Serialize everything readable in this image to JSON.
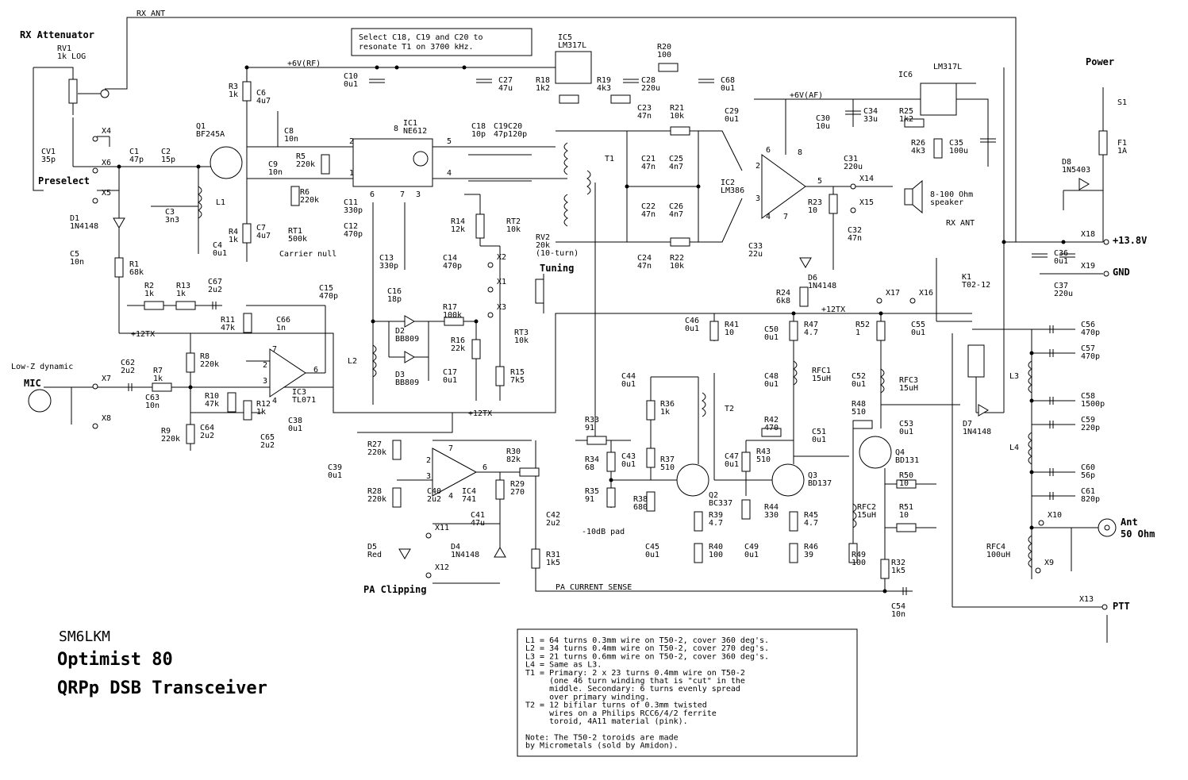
{
  "title": {
    "call": "SM6LKM",
    "line1": "Optimist 80",
    "line2": "QRPp DSB Transceiver"
  },
  "headings": {
    "rx_attenuator": "RX Attenuator",
    "preselect": "Preselect",
    "power": "Power",
    "mic": "MIC",
    "low_z": "Low-Z dynamic",
    "tuning": "Tuning",
    "pa_clipping": "PA Clipping",
    "ant": "Ant",
    "ant_ohm": "50 Ohm",
    "ptt": "PTT",
    "plus138": "+13.8V",
    "gnd": "GND"
  },
  "nets": {
    "rx_ant_top": "RX ANT",
    "rx_ant_right": "RX ANT",
    "v6_rf": "+6V(RF)",
    "v6_af": "+6V(AF)",
    "v12tx_a": "+12TX",
    "v12tx_b": "+12TX",
    "v12tx_c": "+12TX",
    "pa_sense": "PA CURRENT SENSE",
    "carrier_null": "Carrier null",
    "pad": "-10dB pad"
  },
  "note_select": [
    "Select C18, C19 and C20 to",
    "resonate T1 on 3700 kHz."
  ],
  "coil_notes": [
    "L1 = 64 turns 0.3mm wire on T50-2, cover 360 deg's.",
    "L2 = 34 turns 0.4mm wire on T50-2, cover 270 deg's.",
    "L3 = 21 turns 0.6mm wire on T50-2, cover 360 deg's.",
    "L4 = Same as L3.",
    "T1 = Primary: 2 x 23 turns 0.4mm wire on T50-2",
    "     (one 46 turn winding that is \"cut\" in the",
    "     middle. Secondary: 6 turns evenly spread",
    "     over primary winding.",
    "T2 = 12 bifilar turns of 0.3mm twisted",
    "     wires on a Philips RCC6/4/2 ferrite",
    "     toroid, 4A11 material (pink).",
    "",
    "Note: The T50-2 toroids are made",
    "by Micrometals (sold by Amidon)."
  ],
  "ics": {
    "ic1": [
      "IC1",
      "NE612"
    ],
    "ic2": [
      "IC2",
      "LM386"
    ],
    "ic3": [
      "IC3",
      "TL071"
    ],
    "ic4": [
      "IC4",
      "741"
    ],
    "ic5": [
      "IC5",
      "LM317L"
    ],
    "ic6": [
      "IC6",
      "LM317L"
    ]
  },
  "labels": [
    {
      "id": "rv1",
      "lines": [
        "RV1",
        "1k LOG"
      ]
    },
    {
      "id": "cv1",
      "lines": [
        "CV1",
        "35p"
      ]
    },
    {
      "id": "c1",
      "lines": [
        "C1",
        "47p"
      ]
    },
    {
      "id": "c2",
      "lines": [
        "C2",
        "15p"
      ]
    },
    {
      "id": "q1",
      "lines": [
        "Q1",
        "BF245A"
      ]
    },
    {
      "id": "r3",
      "lines": [
        "R3",
        "1k"
      ]
    },
    {
      "id": "c6",
      "lines": [
        "C6",
        "4u7"
      ]
    },
    {
      "id": "c8",
      "lines": [
        "C8",
        "10n"
      ]
    },
    {
      "id": "c9",
      "lines": [
        "C9",
        "10n"
      ]
    },
    {
      "id": "r5",
      "lines": [
        "R5",
        "220k"
      ]
    },
    {
      "id": "r6",
      "lines": [
        "R6",
        "220k"
      ]
    },
    {
      "id": "rt1",
      "lines": [
        "RT1",
        "500k"
      ]
    },
    {
      "id": "d1",
      "lines": [
        "D1",
        "1N4148"
      ]
    },
    {
      "id": "c3",
      "lines": [
        "C3",
        "3n3"
      ]
    },
    {
      "id": "l1",
      "lines": [
        "L1"
      ]
    },
    {
      "id": "c4",
      "lines": [
        "C4",
        "0u1"
      ]
    },
    {
      "id": "r4",
      "lines": [
        "R4",
        "1k"
      ]
    },
    {
      "id": "c7",
      "lines": [
        "C7",
        "4u7"
      ]
    },
    {
      "id": "c5",
      "lines": [
        "C5",
        "10n"
      ]
    },
    {
      "id": "r1",
      "lines": [
        "R1",
        "68k"
      ]
    },
    {
      "id": "c10",
      "lines": [
        "C10",
        "0u1"
      ]
    },
    {
      "id": "c27",
      "lines": [
        "C27",
        "47u"
      ]
    },
    {
      "id": "r18",
      "lines": [
        "R18",
        "1k2"
      ]
    },
    {
      "id": "r19",
      "lines": [
        "R19",
        "4k3"
      ]
    },
    {
      "id": "c28",
      "lines": [
        "C28",
        "220u"
      ]
    },
    {
      "id": "r20",
      "lines": [
        "R20",
        "100"
      ]
    },
    {
      "id": "c68",
      "lines": [
        "C68",
        "0u1"
      ]
    },
    {
      "id": "c23",
      "lines": [
        "C23",
        "47n"
      ]
    },
    {
      "id": "r21",
      "lines": [
        "R21",
        "10k"
      ]
    },
    {
      "id": "c18",
      "lines": [
        "C18",
        "10p"
      ]
    },
    {
      "id": "c19",
      "lines": [
        "C19C20",
        "47p120p"
      ]
    },
    {
      "id": "t1",
      "lines": [
        "T1"
      ]
    },
    {
      "id": "c21",
      "lines": [
        "C21",
        "47n"
      ]
    },
    {
      "id": "c25",
      "lines": [
        "C25",
        "4n7"
      ]
    },
    {
      "id": "c22",
      "lines": [
        "C22",
        "47n"
      ]
    },
    {
      "id": "c26",
      "lines": [
        "C26",
        "4n7"
      ]
    },
    {
      "id": "c24",
      "lines": [
        "C24",
        "47n"
      ]
    },
    {
      "id": "r22",
      "lines": [
        "R22",
        "10k"
      ]
    },
    {
      "id": "c29",
      "lines": [
        "C29",
        "0u1"
      ]
    },
    {
      "id": "c30",
      "lines": [
        "C30",
        "10u"
      ]
    },
    {
      "id": "c34",
      "lines": [
        "C34",
        "33u"
      ]
    },
    {
      "id": "r25",
      "lines": [
        "R25",
        "1k2"
      ]
    },
    {
      "id": "r26",
      "lines": [
        "R26",
        "4k3"
      ]
    },
    {
      "id": "c35",
      "lines": [
        "C35",
        "100u"
      ]
    },
    {
      "id": "c31",
      "lines": [
        "C31",
        "220u"
      ]
    },
    {
      "id": "r23",
      "lines": [
        "R23",
        "10"
      ]
    },
    {
      "id": "c32",
      "lines": [
        "C32",
        "47n"
      ]
    },
    {
      "id": "c33",
      "lines": [
        "C33",
        "22u"
      ]
    },
    {
      "id": "d6",
      "lines": [
        "D6",
        "1N4148"
      ]
    },
    {
      "id": "r24",
      "lines": [
        "R24",
        "6k8"
      ]
    },
    {
      "id": "spk",
      "lines": [
        "8-100 Ohm",
        "speaker"
      ]
    },
    {
      "id": "c11",
      "lines": [
        "C11",
        "330p"
      ]
    },
    {
      "id": "c12",
      "lines": [
        "C12",
        "470p"
      ]
    },
    {
      "id": "c13",
      "lines": [
        "C13",
        "330p"
      ]
    },
    {
      "id": "c14",
      "lines": [
        "C14",
        "470p"
      ]
    },
    {
      "id": "c15",
      "lines": [
        "C15",
        "470p"
      ]
    },
    {
      "id": "c16",
      "lines": [
        "C16",
        "18p"
      ]
    },
    {
      "id": "r17",
      "lines": [
        "R17",
        "100k"
      ]
    },
    {
      "id": "r16",
      "lines": [
        "R16",
        "22k"
      ]
    },
    {
      "id": "c17",
      "lines": [
        "C17",
        "0u1"
      ]
    },
    {
      "id": "d2",
      "lines": [
        "D2",
        "BB809"
      ]
    },
    {
      "id": "d3",
      "lines": [
        "D3",
        "BB809"
      ]
    },
    {
      "id": "l2",
      "lines": [
        "L2"
      ]
    },
    {
      "id": "r14",
      "lines": [
        "R14",
        "12k"
      ]
    },
    {
      "id": "rt2",
      "lines": [
        "RT2",
        "10k"
      ]
    },
    {
      "id": "rv2",
      "lines": [
        "RV2",
        "20k",
        "(10-turn)"
      ]
    },
    {
      "id": "rt3",
      "lines": [
        "RT3",
        "10k"
      ]
    },
    {
      "id": "r15",
      "lines": [
        "R15",
        "7k5"
      ]
    },
    {
      "id": "r2",
      "lines": [
        "R2",
        "1k"
      ]
    },
    {
      "id": "r13",
      "lines": [
        "R13",
        "1k"
      ]
    },
    {
      "id": "c67",
      "lines": [
        "C67",
        "2u2"
      ]
    },
    {
      "id": "r11",
      "lines": [
        "R11",
        "47k"
      ]
    },
    {
      "id": "c66",
      "lines": [
        "C66",
        "1n"
      ]
    },
    {
      "id": "c62",
      "lines": [
        "C62",
        "2u2"
      ]
    },
    {
      "id": "r7",
      "lines": [
        "R7",
        "1k"
      ]
    },
    {
      "id": "c63",
      "lines": [
        "C63",
        "10n"
      ]
    },
    {
      "id": "r8",
      "lines": [
        "R8",
        "220k"
      ]
    },
    {
      "id": "r10",
      "lines": [
        "R10",
        "47k"
      ]
    },
    {
      "id": "r12",
      "lines": [
        "R12",
        "1k"
      ]
    },
    {
      "id": "r9",
      "lines": [
        "R9",
        "220k"
      ]
    },
    {
      "id": "c64",
      "lines": [
        "C64",
        "2u2"
      ]
    },
    {
      "id": "c65",
      "lines": [
        "C65",
        "2u2"
      ]
    },
    {
      "id": "c38",
      "lines": [
        "C38",
        "0u1"
      ]
    },
    {
      "id": "c39",
      "lines": [
        "C39",
        "0u1"
      ]
    },
    {
      "id": "r27",
      "lines": [
        "R27",
        "220k"
      ]
    },
    {
      "id": "r28",
      "lines": [
        "R28",
        "220k"
      ]
    },
    {
      "id": "c40",
      "lines": [
        "C40",
        "2u2"
      ]
    },
    {
      "id": "r30",
      "lines": [
        "R30",
        "82k"
      ]
    },
    {
      "id": "r29",
      "lines": [
        "R29",
        "270"
      ]
    },
    {
      "id": "c41",
      "lines": [
        "C41",
        "47u"
      ]
    },
    {
      "id": "c42",
      "lines": [
        "C42",
        "2u2"
      ]
    },
    {
      "id": "r31",
      "lines": [
        "R31",
        "1k5"
      ]
    },
    {
      "id": "d5",
      "lines": [
        "D5",
        "Red"
      ]
    },
    {
      "id": "d4",
      "lines": [
        "D4",
        "1N4148"
      ]
    },
    {
      "id": "r33",
      "lines": [
        "R33",
        "91"
      ]
    },
    {
      "id": "r34",
      "lines": [
        "R34",
        "68"
      ]
    },
    {
      "id": "r35",
      "lines": [
        "R35",
        "91"
      ]
    },
    {
      "id": "c44",
      "lines": [
        "C44",
        "0u1"
      ]
    },
    {
      "id": "r36",
      "lines": [
        "R36",
        "1k"
      ]
    },
    {
      "id": "c43",
      "lines": [
        "C43",
        "0u1"
      ]
    },
    {
      "id": "r37",
      "lines": [
        "R37",
        "510"
      ]
    },
    {
      "id": "r38",
      "lines": [
        "R38",
        "680"
      ]
    },
    {
      "id": "q2",
      "lines": [
        "Q2",
        "BC337"
      ]
    },
    {
      "id": "r39",
      "lines": [
        "R39",
        "4.7"
      ]
    },
    {
      "id": "c45",
      "lines": [
        "C45",
        "0u1"
      ]
    },
    {
      "id": "r40",
      "lines": [
        "R40",
        "100"
      ]
    },
    {
      "id": "c46",
      "lines": [
        "C46",
        "0u1"
      ]
    },
    {
      "id": "r41",
      "lines": [
        "R41",
        "10"
      ]
    },
    {
      "id": "t2",
      "lines": [
        "T2"
      ]
    },
    {
      "id": "c50",
      "lines": [
        "C50",
        "0u1"
      ]
    },
    {
      "id": "r47",
      "lines": [
        "R47",
        "4.7"
      ]
    },
    {
      "id": "c48",
      "lines": [
        "C48",
        "0u1"
      ]
    },
    {
      "id": "rfc1",
      "lines": [
        "RFC1",
        "15uH"
      ]
    },
    {
      "id": "r42",
      "lines": [
        "R42",
        "470"
      ]
    },
    {
      "id": "r43",
      "lines": [
        "R43",
        "510"
      ]
    },
    {
      "id": "c47",
      "lines": [
        "C47",
        "0u1"
      ]
    },
    {
      "id": "q3",
      "lines": [
        "Q3",
        "BD137"
      ]
    },
    {
      "id": "r44",
      "lines": [
        "R44",
        "330"
      ]
    },
    {
      "id": "r45",
      "lines": [
        "R45",
        "4.7"
      ]
    },
    {
      "id": "c49",
      "lines": [
        "C49",
        "0u1"
      ]
    },
    {
      "id": "r46",
      "lines": [
        "R46",
        "39"
      ]
    },
    {
      "id": "r52",
      "lines": [
        "R52",
        "1"
      ]
    },
    {
      "id": "c55",
      "lines": [
        "C55",
        "0u1"
      ]
    },
    {
      "id": "c52",
      "lines": [
        "C52",
        "0u1"
      ]
    },
    {
      "id": "rfc3",
      "lines": [
        "RFC3",
        "15uH"
      ]
    },
    {
      "id": "r48",
      "lines": [
        "R48",
        "510"
      ]
    },
    {
      "id": "c53",
      "lines": [
        "C53",
        "0u1"
      ]
    },
    {
      "id": "c51",
      "lines": [
        "C51",
        "0u1"
      ]
    },
    {
      "id": "q4",
      "lines": [
        "Q4",
        "BD131"
      ]
    },
    {
      "id": "rfc2",
      "lines": [
        "RFC2",
        "15uH"
      ]
    },
    {
      "id": "r49",
      "lines": [
        "R49",
        "100"
      ]
    },
    {
      "id": "r50",
      "lines": [
        "R50",
        "10"
      ]
    },
    {
      "id": "r51",
      "lines": [
        "R51",
        "10"
      ]
    },
    {
      "id": "r32",
      "lines": [
        "R32",
        "1k5"
      ]
    },
    {
      "id": "c54",
      "lines": [
        "C54",
        "10n"
      ]
    },
    {
      "id": "k1",
      "lines": [
        "K1",
        "T02-12"
      ]
    },
    {
      "id": "d7",
      "lines": [
        "D7",
        "1N4148"
      ]
    },
    {
      "id": "c56",
      "lines": [
        "C56",
        "470p"
      ]
    },
    {
      "id": "c57",
      "lines": [
        "C57",
        "470p"
      ]
    },
    {
      "id": "l3",
      "lines": [
        "L3"
      ]
    },
    {
      "id": "c58",
      "lines": [
        "C58",
        "1500p"
      ]
    },
    {
      "id": "c59",
      "lines": [
        "C59",
        "220p"
      ]
    },
    {
      "id": "l4",
      "lines": [
        "L4"
      ]
    },
    {
      "id": "c60",
      "lines": [
        "C60",
        "56p"
      ]
    },
    {
      "id": "c61",
      "lines": [
        "C61",
        "820p"
      ]
    },
    {
      "id": "rfc4",
      "lines": [
        "RFC4",
        "100uH"
      ]
    },
    {
      "id": "s1",
      "lines": [
        "S1"
      ]
    },
    {
      "id": "f1",
      "lines": [
        "F1",
        "1A"
      ]
    },
    {
      "id": "d8",
      "lines": [
        "D8",
        "1N5403"
      ]
    },
    {
      "id": "c36",
      "lines": [
        "C36",
        "0u1"
      ]
    },
    {
      "id": "c37",
      "lines": [
        "C37",
        "220u"
      ]
    }
  ],
  "connectors": [
    "X1",
    "X2",
    "X3",
    "X4",
    "X5",
    "X6",
    "X7",
    "X8",
    "X9",
    "X10",
    "X11",
    "X12",
    "X13",
    "X14",
    "X15",
    "X16",
    "X17",
    "X18",
    "X19"
  ],
  "pins": [
    "8",
    "2",
    "1",
    "6",
    "7",
    "3",
    "5",
    "4",
    "2",
    "3",
    "6",
    "4",
    "5",
    "8",
    "7",
    "2",
    "3",
    "6",
    "4",
    "7",
    "2",
    "3",
    "6",
    "4",
    "7"
  ]
}
